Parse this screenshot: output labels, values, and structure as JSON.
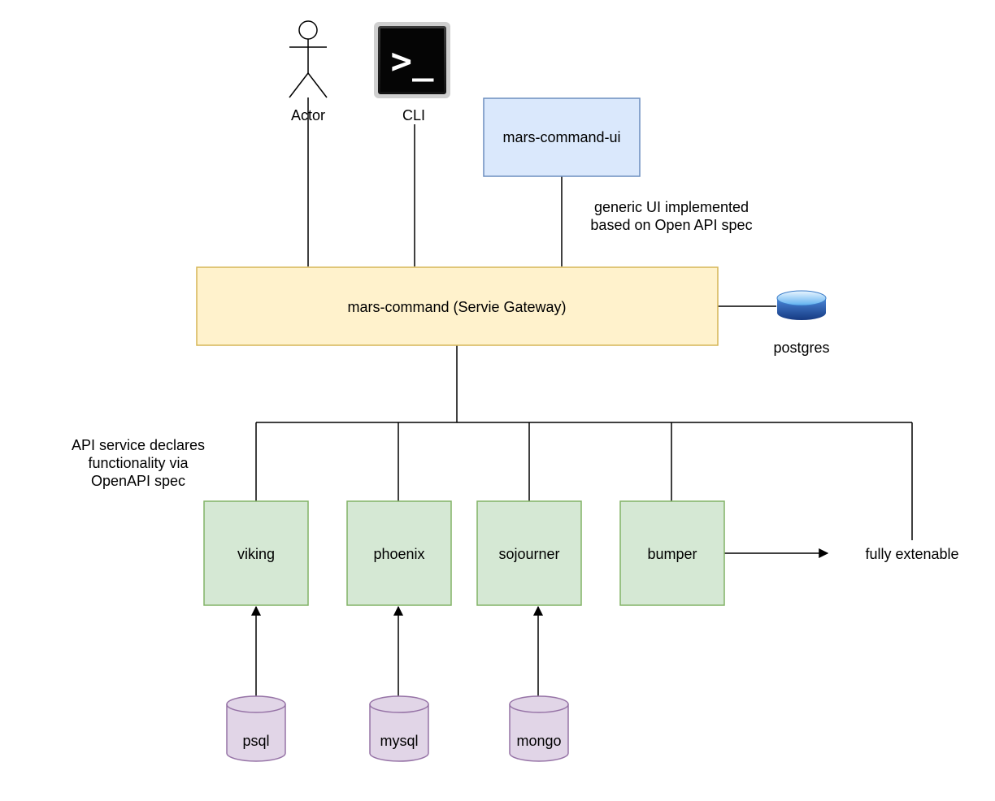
{
  "actor": {
    "label": "Actor"
  },
  "cli": {
    "label": "CLI",
    "glyph": ">_"
  },
  "ui": {
    "label": "mars-command-ui"
  },
  "ui_note": [
    "generic UI implemented",
    "based on Open API spec"
  ],
  "gateway": {
    "label": "mars-command (Servie Gateway)"
  },
  "postgres": {
    "label": "postgres"
  },
  "api_note": [
    "API service declares",
    "functionality via",
    "OpenAPI spec"
  ],
  "services": [
    {
      "label": "viking"
    },
    {
      "label": "phoenix"
    },
    {
      "label": "sojourner"
    },
    {
      "label": "bumper"
    }
  ],
  "extensible": {
    "label": "fully extenable"
  },
  "databases": [
    {
      "label": "psql"
    },
    {
      "label": "mysql"
    },
    {
      "label": "mongo"
    }
  ],
  "colors": {
    "ui_fill": "#dae8fc",
    "ui_stroke": "#6c8ebf",
    "gateway_fill": "#fff2cc",
    "gateway_stroke": "#d6b656",
    "service_fill": "#d5e8d4",
    "service_stroke": "#82b366",
    "db_fill": "#e1d5e7",
    "db_stroke": "#9673a6",
    "postgres_top": "#cfe8ff",
    "postgres_body": "#1f4e9e"
  }
}
